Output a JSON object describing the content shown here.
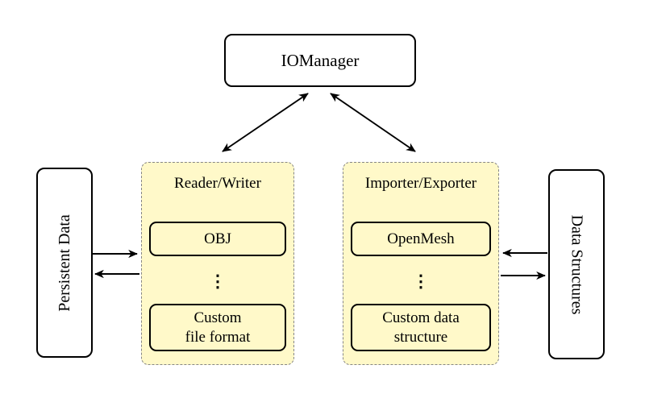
{
  "colors": {
    "background": "#ffffff",
    "container_fill": "#fff9c9",
    "container_border": "#868686",
    "node_border": "#000000",
    "arrow": "#000000",
    "text": "#000000"
  },
  "nodes": {
    "iomanager": {
      "label": "IOManager"
    },
    "persistent_data": {
      "label": "Persistent Data"
    },
    "data_structures": {
      "label": "Data Structures"
    },
    "reader_writer": {
      "title": "Reader/Writer",
      "first_item": "OBJ",
      "ellipsis": "⋮",
      "last_item": "Custom\nfile format"
    },
    "importer_exporter": {
      "title": "Importer/Exporter",
      "first_item": "OpenMesh",
      "ellipsis": "⋮",
      "last_item": "Custom data\nstructure"
    }
  },
  "connections": [
    {
      "from": "iomanager",
      "to": "reader_writer",
      "type": "bidirectional"
    },
    {
      "from": "iomanager",
      "to": "importer_exporter",
      "type": "bidirectional"
    },
    {
      "from": "persistent_data",
      "to": "reader_writer",
      "type": "single"
    },
    {
      "from": "reader_writer",
      "to": "persistent_data",
      "type": "single"
    },
    {
      "from": "data_structures",
      "to": "importer_exporter",
      "type": "single"
    },
    {
      "from": "importer_exporter",
      "to": "data_structures",
      "type": "single"
    }
  ]
}
